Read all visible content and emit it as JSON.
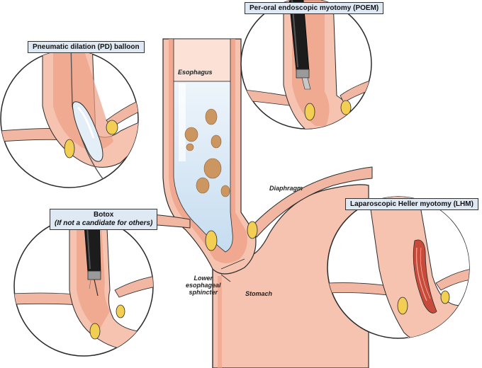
{
  "labels": {
    "pd": "Pneumatic dilation (PD) balloon",
    "poem": "Per-oral endoscopic myotomy (POEM)",
    "botox_title": "Botox",
    "botox_sub": "(If not a candidate for others)",
    "lhm": "Laparoscopic Heller myotomy (LHM)"
  },
  "anatomy": {
    "esophagus": "Esophagus",
    "diaphragm": "Diaphragm",
    "les_line1": "Lower",
    "les_line2": "esophageal",
    "les_line3": "sphincter",
    "stomach": "Stomach"
  },
  "colors": {
    "tissue_pink": "#f6c3b0",
    "muscle_salmon": "#ee9f86",
    "lumen_blue": "#cfe3f5",
    "fat_yellow": "#f2cf52",
    "food_brown": "#cc9660",
    "label_box": "#dfe9f4",
    "outline": "#2b2b2b"
  }
}
